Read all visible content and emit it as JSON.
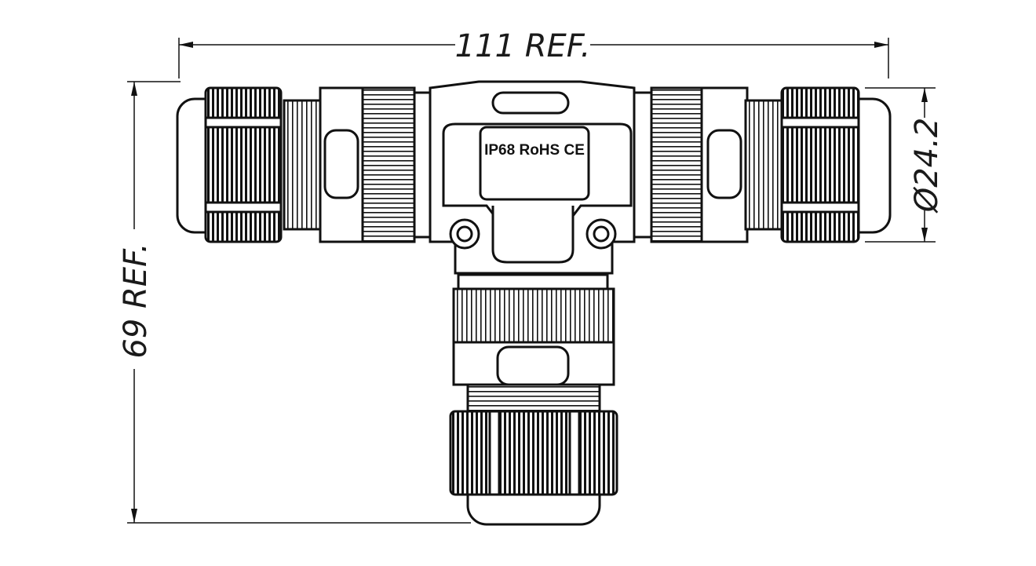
{
  "dimensions": {
    "width_label": "111 REF.",
    "height_label": "69 REF.",
    "diameter_label": "Ø24.2"
  },
  "body_label": "IP68 RoHS CE"
}
